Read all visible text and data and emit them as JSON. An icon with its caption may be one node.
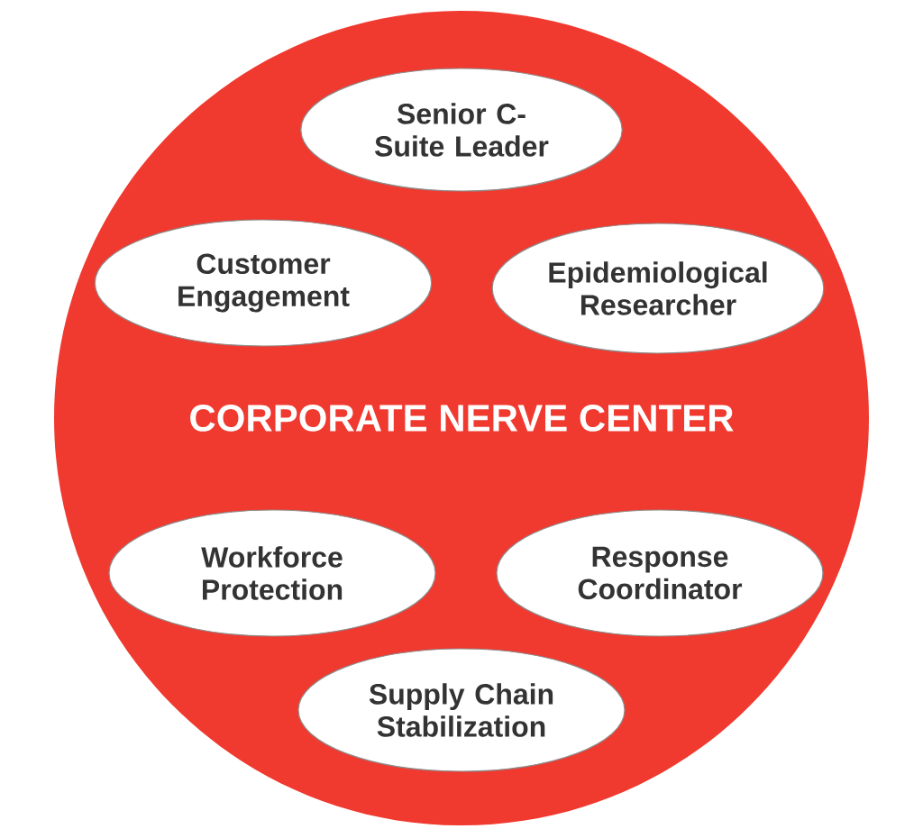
{
  "diagram": {
    "nodes": [
      {
        "text": [
          "CORPORATE NERVE CENTER"
        ]
      },
      {
        "text": [
          "Senior C-Suite Leader"
        ],
        "in": 0
      },
      {
        "text": [
          "Customer Engagement"
        ],
        "in": 0
      },
      {
        "text": [
          "Epidemiological Researcher"
        ],
        "in": 0
      },
      {
        "text": [
          "Workforce Protection"
        ],
        "in": 0
      },
      {
        "text": [
          "Response Coordinator"
        ],
        "in": 0
      },
      {
        "text": [
          "Supply Chain Stabilization"
        ],
        "in": 0
      }
    ]
  }
}
